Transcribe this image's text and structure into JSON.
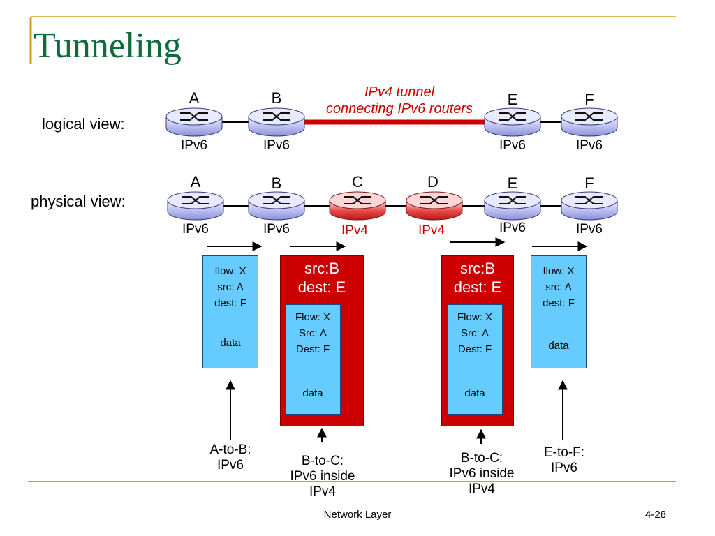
{
  "title": "Tunneling",
  "logical_view": {
    "label": "logical view:",
    "routers": [
      {
        "name": "A",
        "proto": "IPv6"
      },
      {
        "name": "B",
        "proto": "IPv6"
      },
      {
        "name": "E",
        "proto": "IPv6"
      },
      {
        "name": "F",
        "proto": "IPv6"
      }
    ],
    "tunnel_caption_line1": "IPv4 tunnel",
    "tunnel_caption_line2": "connecting IPv6 routers"
  },
  "physical_view": {
    "label": "physical view:",
    "routers": [
      {
        "name": "A",
        "proto": "IPv6"
      },
      {
        "name": "B",
        "proto": "IPv6"
      },
      {
        "name": "C",
        "proto": "IPv4"
      },
      {
        "name": "D",
        "proto": "IPv4"
      },
      {
        "name": "E",
        "proto": "IPv6"
      },
      {
        "name": "F",
        "proto": "IPv6"
      }
    ]
  },
  "packets": {
    "a_to_b": {
      "flow": "flow: X",
      "src": "src: A",
      "dest": "dest: F",
      "data": "data"
    },
    "b_to_c": {
      "outer_src": "src:B",
      "outer_dest": "dest: E",
      "flow": "Flow: X",
      "src": "Src: A",
      "dest": "Dest: F",
      "data": "data"
    },
    "d_to_e": {
      "outer_src": "src:B",
      "outer_dest": "dest: E",
      "flow": "Flow: X",
      "src": "Src: A",
      "dest": "Dest: F",
      "data": "data"
    },
    "e_to_f": {
      "flow": "flow: X",
      "src": "src: A",
      "dest": "dest: F",
      "data": "data"
    }
  },
  "captions": {
    "a_to_b": {
      "line1": "A-to-B:",
      "line2": "IPv6"
    },
    "b_to_c_1": {
      "line1": "B-to-C:",
      "line2": "IPv6 inside",
      "line3": "IPv4"
    },
    "b_to_c_2": {
      "line1": "B-to-C:",
      "line2": "IPv6 inside",
      "line3": "IPv4"
    },
    "e_to_f": {
      "line1": "E-to-F:",
      "line2": "IPv6"
    }
  },
  "footer": {
    "text": "Network Layer",
    "page": "4-28"
  },
  "colors": {
    "title": "#0d6b3c",
    "accent_gold": "#d4a017",
    "tunnel_red": "#cc0000",
    "packet_blue": "#66ccff"
  }
}
